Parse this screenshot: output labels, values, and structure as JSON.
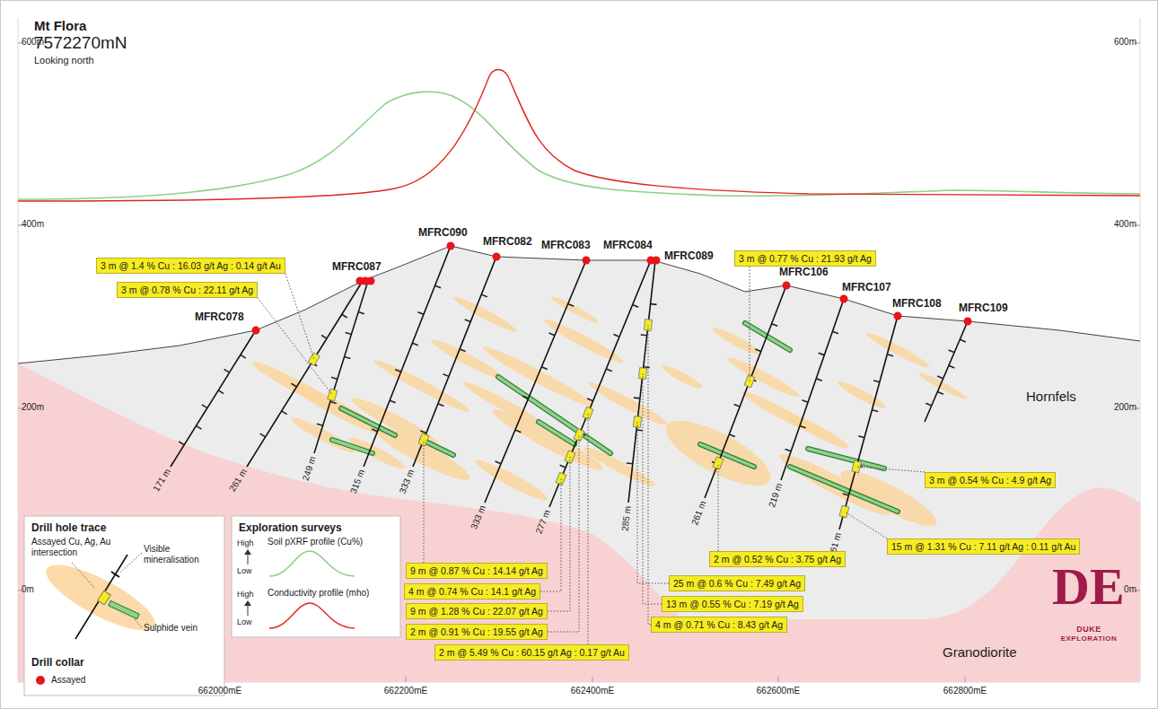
{
  "diagram": {
    "title": "Mt Flora",
    "nodes": [
      {
        "text": [
          "3 m @ 1.4 % Cu : 16.03 g/t Ag : 0.14 g/t Au"
        ]
      },
      {
        "text": [
          "3 m @ 0.78 % Cu : 22.11 g/t Ag"
        ]
      },
      {
        "text": [
          "3 m @ 0.77 % Cu : 21.93 g/t Ag"
        ]
      },
      {
        "text": [
          "3 m @ 0.54 % Cu : 4.9 g/t Ag"
        ]
      },
      {
        "text": [
          "15 m @ 1.31 % Cu : 7.11 g/t Ag : 0.11 g/t Au"
        ]
      },
      {
        "text": [
          "2 m @ 0.52 % Cu : 3.75 g/t Ag"
        ]
      },
      {
        "text": [
          "9 m @ 0.87 % Cu : 14.14 g/t Ag"
        ]
      },
      {
        "text": [
          "25 m @ 0.6 % Cu : 7.49 g/t Ag"
        ]
      },
      {
        "text": [
          "4 m @ 0.74 % Cu : 14.1 g/t Ag"
        ]
      },
      {
        "text": [
          "13 m @ 0.55 % Cu : 7.19 g/t Ag"
        ]
      },
      {
        "text": [
          "9 m @ 1.28 % Cu : 22.07 g/t Ag"
        ]
      },
      {
        "text": [
          "4 m @ 0.71 % Cu : 8.43 g/t Ag"
        ]
      },
      {
        "text": [
          "2 m @ 0.91 % Cu : 19.55 g/t Ag"
        ]
      },
      {
        "text": [
          "2 m @ 5.49 % Cu : 60.15 g/t Ag : 0.17 g/t Au"
        ]
      }
    ],
    "labels": [
      "7572270mN",
      "Looking north",
      "600m",
      "600m",
      "400m",
      "400m",
      "200m",
      "200m",
      "0m",
      "0m",
      "662000mE",
      "662200mE",
      "662400mE",
      "662600mE",
      "662800mE",
      "MFRC078",
      "MFRC087",
      "MFRC090",
      "MFRC082",
      "MFRC083",
      "MFRC084",
      "MFRC089",
      "MFRC106",
      "MFRC107",
      "MFRC108",
      "MFRC109",
      "171 m",
      "261 m",
      "249 m",
      "315 m",
      "333 m",
      "333 m",
      "277 m",
      "285 m",
      "261 m",
      "219 m",
      "261 m",
      "Hornfels",
      "Granodiorite",
      "Drill hole trace",
      "Drill collar",
      "Exploration surveys",
      "High",
      "Low",
      "High",
      "Low",
      "DE",
      "DUKE",
      "EXPLORATION"
    ],
    "legend": [
      {
        "text": "Assayed Cu, Ag, Au intersection",
        "color": "#f5ea1e"
      },
      {
        "text": "Visible mineralisation"
      },
      {
        "text": "Sulphide vein",
        "color": "#8fd18b"
      },
      {
        "text": "Assayed",
        "color": "#e8141b"
      },
      {
        "text": "Soil pXRF profile (Cu%)"
      },
      {
        "text": "Conductivity profile (mho)"
      }
    ]
  }
}
